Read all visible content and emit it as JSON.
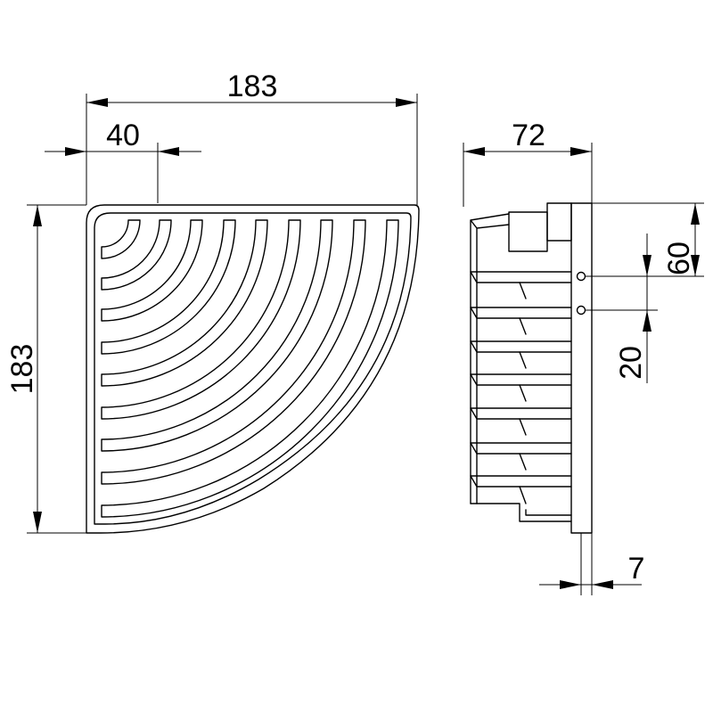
{
  "dimensions": {
    "width_total": "183",
    "offset_40": "40",
    "height_total": "183",
    "depth_72": "72",
    "hole_60": "60",
    "hole_20": "20",
    "plate_7": "7"
  }
}
